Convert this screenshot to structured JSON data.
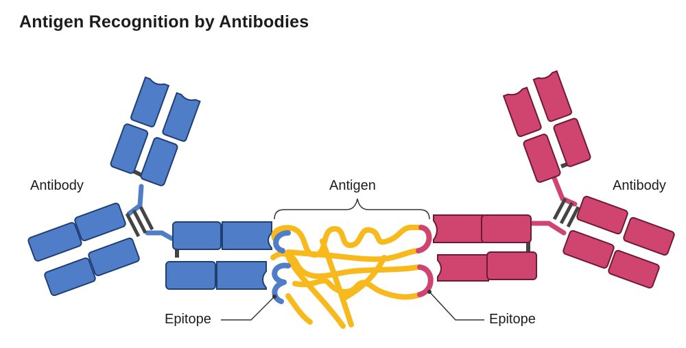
{
  "title": "Antigen Recognition by Antibodies",
  "labels": {
    "antibody_left": "Antibody",
    "antibody_right": "Antibody",
    "antigen": "Antigen",
    "epitope_left": "Epitope",
    "epitope_right": "Epitope"
  },
  "colors": {
    "antibody_left": "#4f7dc8",
    "antibody_right": "#cf4570",
    "antigen": "#f7b91b",
    "linker": "#444444"
  }
}
